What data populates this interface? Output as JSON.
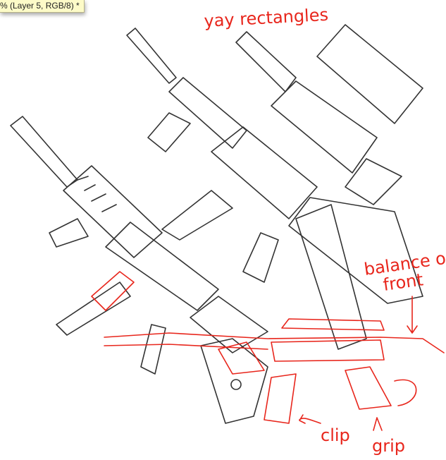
{
  "document_tab": {
    "title": "% (Layer 5, RGB/8) *"
  },
  "annotations": {
    "heading": "yay rectangles",
    "balance_line1": "balance on",
    "balance_line2": "front",
    "clip": "clip",
    "grip": "grip"
  },
  "colors": {
    "ink": "#333333",
    "annotation": "#e8261c",
    "tab_bg": "#fdfbc8"
  }
}
